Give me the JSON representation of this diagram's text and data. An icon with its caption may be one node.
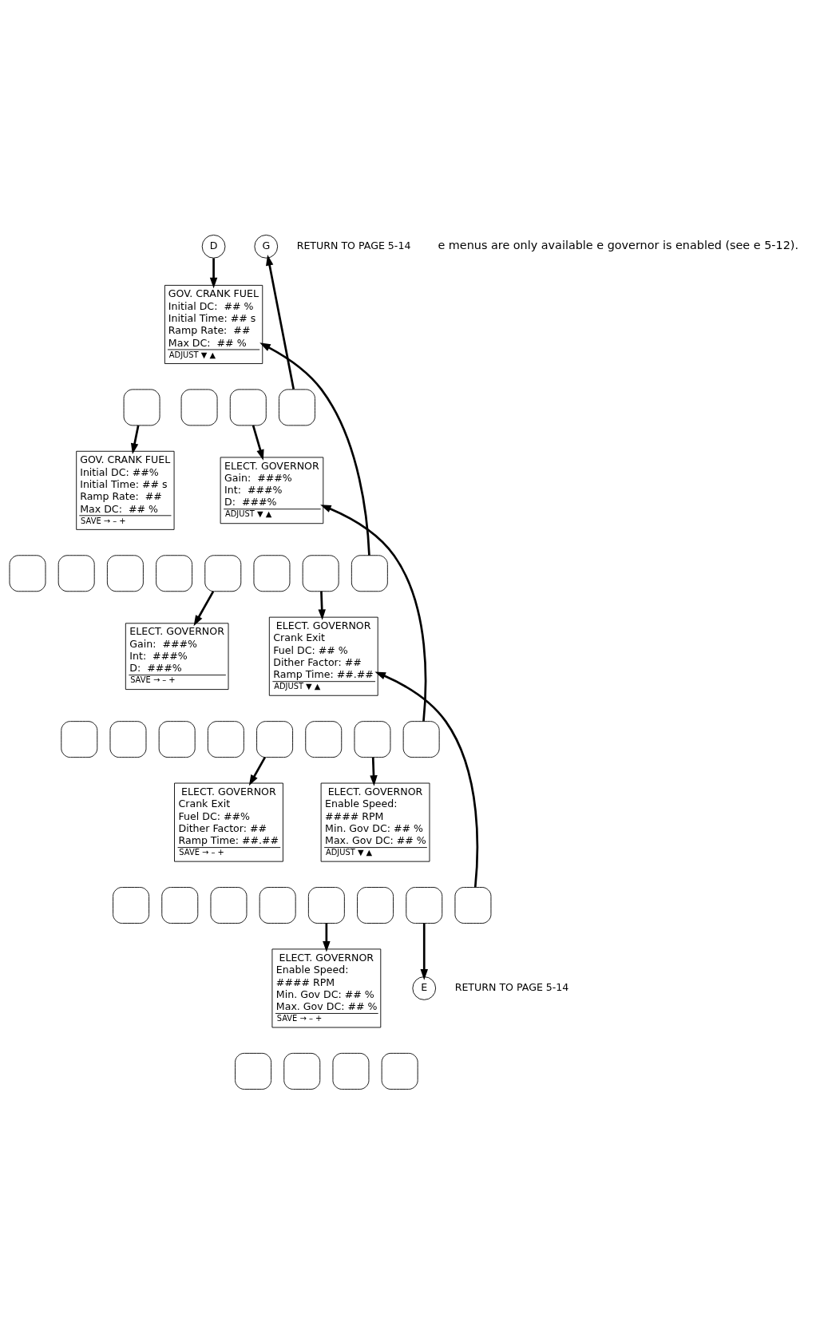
{
  "diagram": {
    "nodes": [
      {
        "text": [
          "D"
        ]
      },
      {
        "text": [
          "G"
        ],
        "beside": [
          "RETURN TO PAGE 5-14"
        ]
      },
      {
        "text": [
          "GOV. CRANK FUEL",
          "Initial DC:  ## %",
          "Initial Time: ## s",
          "Ramp Rate:  ##",
          "Max DC:  ## %",
          "ADJUST ▼ ▲"
        ]
      },
      {
        "text": [],
        "shape": "box"
      },
      {
        "text": [],
        "shape": "box"
      },
      {
        "text": [],
        "shape": "box"
      },
      {
        "text": [],
        "shape": "box"
      },
      {
        "text": [
          "GOV. CRANK FUEL",
          "Initial DC: ##%",
          "Initial Time: ## s",
          "Ramp Rate:  ##",
          "Max DC:  ## %",
          "SAVE → – +"
        ]
      },
      {
        "text": [
          "ELECT. GOVERNOR",
          "Gain:  ###%",
          "Int:  ###%",
          "D:  ###%",
          "ADJUST ▼ ▲"
        ]
      },
      {
        "text": [],
        "shape": "box"
      },
      {
        "text": [],
        "shape": "box"
      },
      {
        "text": [],
        "shape": "box"
      },
      {
        "text": [],
        "shape": "box"
      },
      {
        "text": [],
        "shape": "box"
      },
      {
        "text": [],
        "shape": "box"
      },
      {
        "text": [],
        "shape": "box"
      },
      {
        "text": [],
        "shape": "box"
      },
      {
        "text": [
          "ELECT. GOVERNOR",
          "Gain:  ###%",
          "Int:  ###%",
          "D:  ###%",
          "SAVE → – +"
        ]
      },
      {
        "text": [
          "ELECT. GOVERNOR",
          "Crank Exit",
          "Fuel DC: ## %",
          "Dither Factor: ##",
          "Ramp Time: ##.##",
          "ADJUST ▼ ▲"
        ]
      },
      {
        "text": [],
        "shape": "box"
      },
      {
        "text": [],
        "shape": "box"
      },
      {
        "text": [],
        "shape": "box"
      },
      {
        "text": [],
        "shape": "box"
      },
      {
        "text": [],
        "shape": "box"
      },
      {
        "text": [],
        "shape": "box"
      },
      {
        "text": [],
        "shape": "box"
      },
      {
        "text": [],
        "shape": "box"
      },
      {
        "text": [
          "ELECT. GOVERNOR",
          "Crank Exit",
          "Fuel DC: ##%",
          "Dither Factor: ##",
          "Ramp Time: ##.##",
          "SAVE → – +"
        ]
      },
      {
        "text": [
          "ELECT. GOVERNOR",
          "Enable Speed:",
          "#### RPM",
          "Min. Gov DC: ## %",
          "Max. Gov DC: ## %",
          "ADJUST ▼ ▲"
        ]
      },
      {
        "text": [],
        "shape": "box"
      },
      {
        "text": [],
        "shape": "box"
      },
      {
        "text": [],
        "shape": "box"
      },
      {
        "text": [],
        "shape": "box"
      },
      {
        "text": [],
        "shape": "box"
      },
      {
        "text": [],
        "shape": "box"
      },
      {
        "text": [],
        "shape": "box"
      },
      {
        "text": [],
        "shape": "box"
      },
      {
        "text": [
          "ELECT. GOVERNOR",
          "Enable Speed:",
          "#### RPM",
          "Min. Gov DC: ## %",
          "Max. Gov DC: ## %",
          "SAVE → – +"
        ]
      },
      {
        "text": [],
        "shape": "box"
      },
      {
        "text": [],
        "shape": "box"
      },
      {
        "text": [],
        "shape": "box"
      },
      {
        "text": [],
        "shape": "box"
      },
      {
        "text": [
          "E"
        ],
        "beside": [
          "RETURN TO PAGE 5-14"
        ]
      }
    ],
    "edges": [
      {
        "from": 0,
        "to": 2,
        "arrow": "to"
      },
      {
        "from": 3,
        "to": 7,
        "arrow": "to"
      },
      {
        "from": 5,
        "to": 8,
        "arrow": "to"
      },
      {
        "from": 6,
        "to": 1,
        "arrow": "to"
      },
      {
        "from": 16,
        "to": 2,
        "arrow": "to"
      },
      {
        "from": 13,
        "to": 17,
        "arrow": "to"
      },
      {
        "from": 15,
        "to": 18,
        "arrow": "to"
      },
      {
        "from": 26,
        "to": 8,
        "arrow": "to"
      },
      {
        "from": 23,
        "to": 27,
        "arrow": "to"
      },
      {
        "from": 25,
        "to": 28,
        "arrow": "to"
      },
      {
        "from": 36,
        "to": 18,
        "arrow": "to"
      },
      {
        "from": 33,
        "to": 37,
        "arrow": "to"
      },
      {
        "from": 35,
        "to": 42,
        "arrow": "to"
      }
    ],
    "labels": [
      "e menus are only available e governor is enabled (see e 5-12)."
    ]
  }
}
